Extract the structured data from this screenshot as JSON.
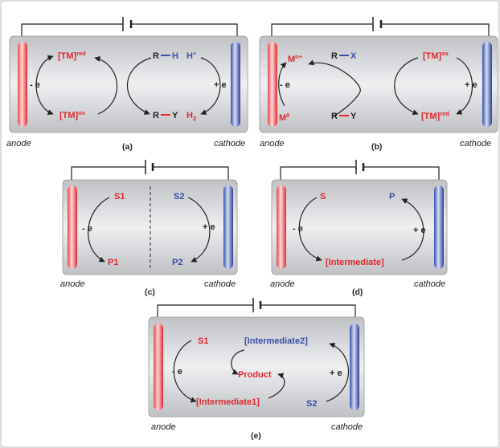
{
  "colors": {
    "red": "#e0282e",
    "blue": "#3a4fa8",
    "dark": "#222222",
    "cell_bg": "#d9dadd"
  },
  "electrodes": {
    "anode": "anode",
    "cathode": "cathode"
  },
  "minus_e": "- e",
  "plus_e": "+ e",
  "panels": {
    "a": {
      "caption": "(a)",
      "tm_red": "[TM]",
      "tm_red_sup": "red",
      "tm_ox": "[TM]",
      "tm_ox_sup": "ox",
      "r1": "R",
      "h": "H",
      "hplus": "H",
      "hplus_sup": "+",
      "r2": "R",
      "y": "Y",
      "h2": "H",
      "h2_sub": "2"
    },
    "b": {
      "caption": "(b)",
      "mn": "M",
      "mn_sup": "n+",
      "m0": "M",
      "m0_sup": "0",
      "r1": "R",
      "x": "X",
      "r2": "R",
      "y": "Y",
      "tm_ox": "[TM]",
      "tm_ox_sup": "ox",
      "tm_red": "[TM]",
      "tm_red_sup": "red"
    },
    "c": {
      "caption": "(c)",
      "s1": "S1",
      "s2": "S2",
      "p1": "P1",
      "p2": "P2"
    },
    "d": {
      "caption": "(d)",
      "s": "S",
      "p": "P",
      "intermediate": "[Intermediate]"
    },
    "e": {
      "caption": "(e)",
      "s1": "S1",
      "s2": "S2",
      "product": "Product",
      "int1": "[Intermediate1]",
      "int2": "[Intermediate2]"
    }
  }
}
